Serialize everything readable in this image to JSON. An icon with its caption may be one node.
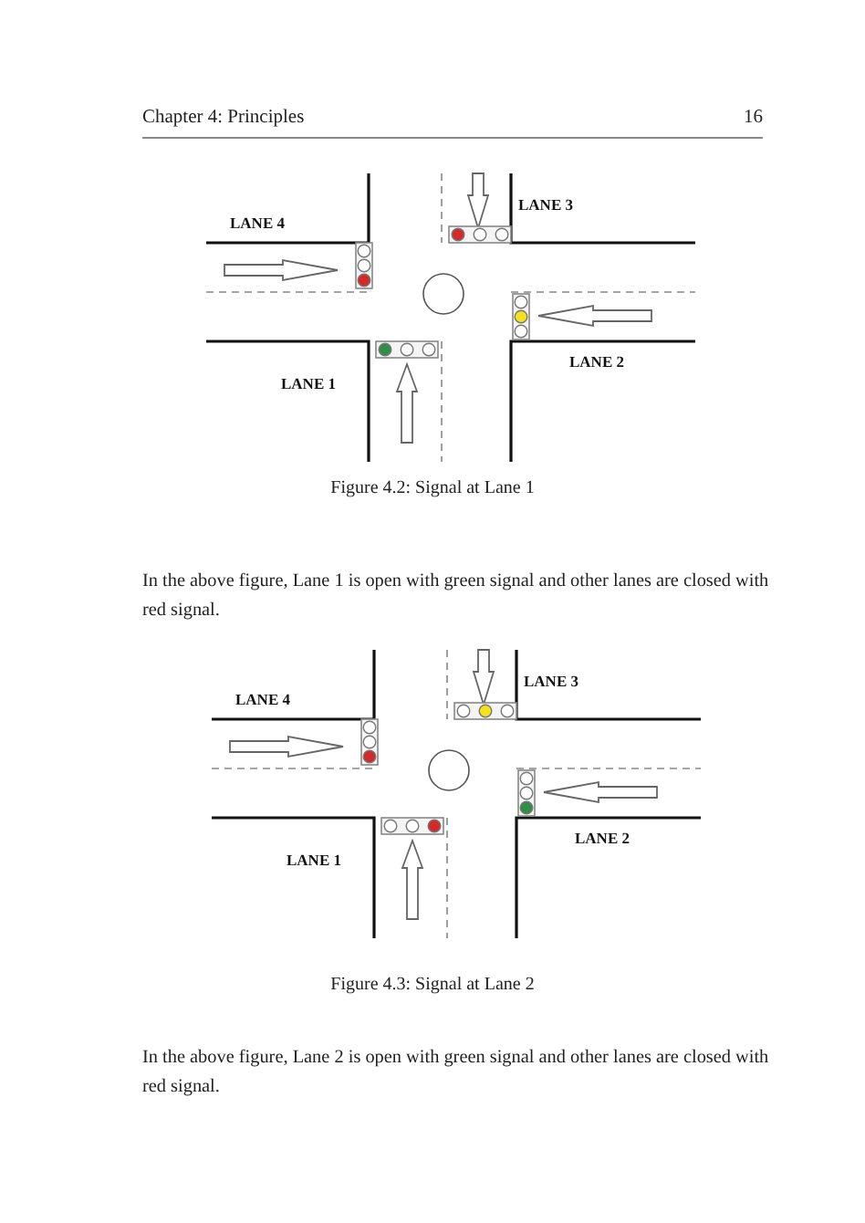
{
  "diagram": {
    "labels": [
      "Chapter 4: Principles",
      "16",
      "LANE 3",
      "LANE 4",
      "LANE 2",
      "LANE 1",
      "Figure 4.2: Signal at Lane 1",
      "In the above figure, Lane 1 is open with green signal and other lanes are closed with red signal.",
      "LANE 3",
      "LANE 4",
      "LANE 2",
      "LANE 1",
      "Figure 4.3: Signal at Lane 2",
      "In the above figure, Lane 2 is open with green signal and other lanes are closed with red signal."
    ]
  }
}
